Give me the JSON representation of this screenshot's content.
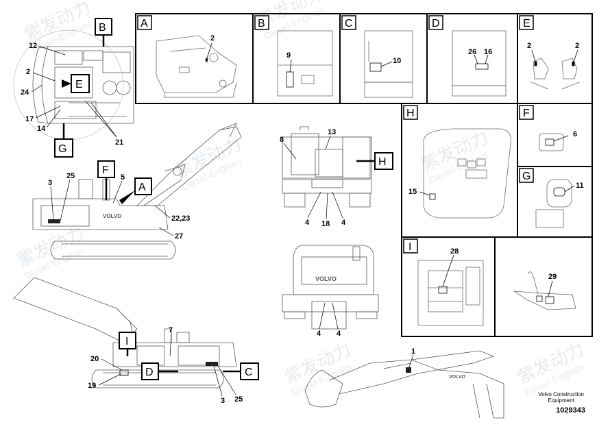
{
  "watermark": {
    "cn": "紫发动力",
    "en": "Diesel-Engines"
  },
  "caption": {
    "line1": "Volvo Construction",
    "line2": "Equipment",
    "doc_number": "1029343"
  },
  "machine_logo": "VOLVO",
  "detail_panels": [
    {
      "id": "A",
      "callouts": [
        "2"
      ]
    },
    {
      "id": "B",
      "callouts": [
        "9"
      ]
    },
    {
      "id": "C",
      "callouts": [
        "10"
      ]
    },
    {
      "id": "D",
      "callouts": [
        "26",
        "16"
      ]
    },
    {
      "id": "E",
      "callouts": [
        "2",
        "2"
      ]
    },
    {
      "id": "F",
      "callouts": [
        "6"
      ]
    },
    {
      "id": "G",
      "callouts": [
        "11"
      ]
    },
    {
      "id": "H",
      "callouts": [
        "15"
      ]
    },
    {
      "id": "I",
      "callouts": [
        "28"
      ]
    },
    {
      "id": "",
      "callouts": [
        "29"
      ]
    }
  ],
  "top_view": {
    "flags": [
      "B",
      "E",
      "G"
    ],
    "callouts": [
      "12",
      "2",
      "24",
      "17",
      "14",
      "21"
    ]
  },
  "side_view_right": {
    "flags": [
      "F",
      "A"
    ],
    "callouts": [
      "3",
      "25",
      "5",
      "22,23",
      "27"
    ]
  },
  "front_view": {
    "flags": [
      "H"
    ],
    "callouts": [
      "8",
      "13",
      "4",
      "18",
      "4"
    ]
  },
  "rear_view": {
    "callouts": [
      "4",
      "4"
    ]
  },
  "side_view_left": {
    "flags": [
      "I",
      "D",
      "C"
    ],
    "callouts": [
      "7",
      "20",
      "19",
      "3",
      "25"
    ]
  },
  "boom_view": {
    "callouts": [
      "1"
    ]
  }
}
